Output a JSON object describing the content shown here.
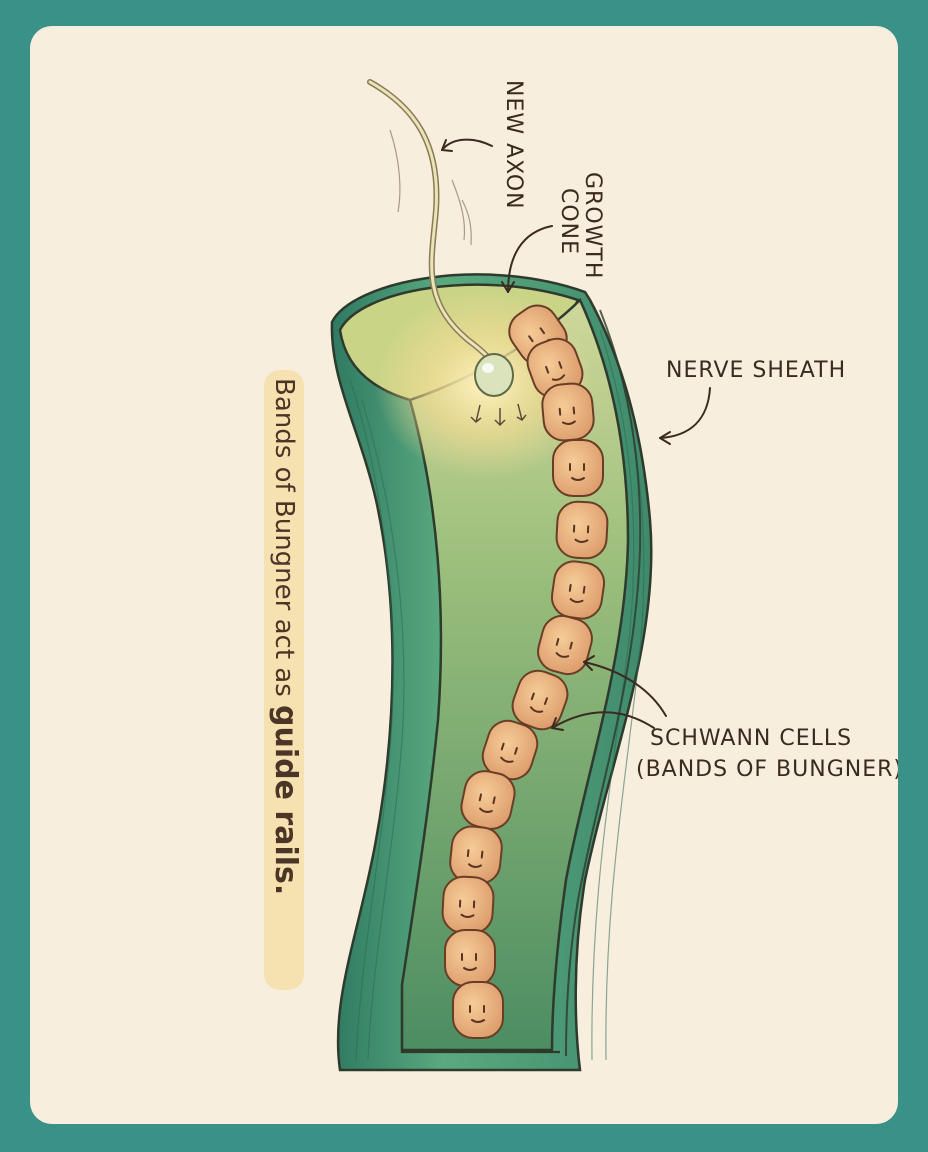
{
  "labels": {
    "new_axon": "NEW AXON",
    "growth_cone_line1": "GROWTH",
    "growth_cone_line2": "CONE",
    "nerve_sheath": "NERVE SHEATH",
    "schwann_line1": "SCHWANN CELLS",
    "schwann_line2": "(BANDS OF BUNGNER)"
  },
  "side_caption": {
    "regular": "Bands of Bungner act as ",
    "bold": "guide rails."
  },
  "colors": {
    "frame": "#3a9187",
    "paper": "#f8eedd",
    "sheath": "#4f9c78",
    "sheath_dark": "#2f6e56",
    "cell": "#e7b07e",
    "highlight": "#f3d98f"
  }
}
